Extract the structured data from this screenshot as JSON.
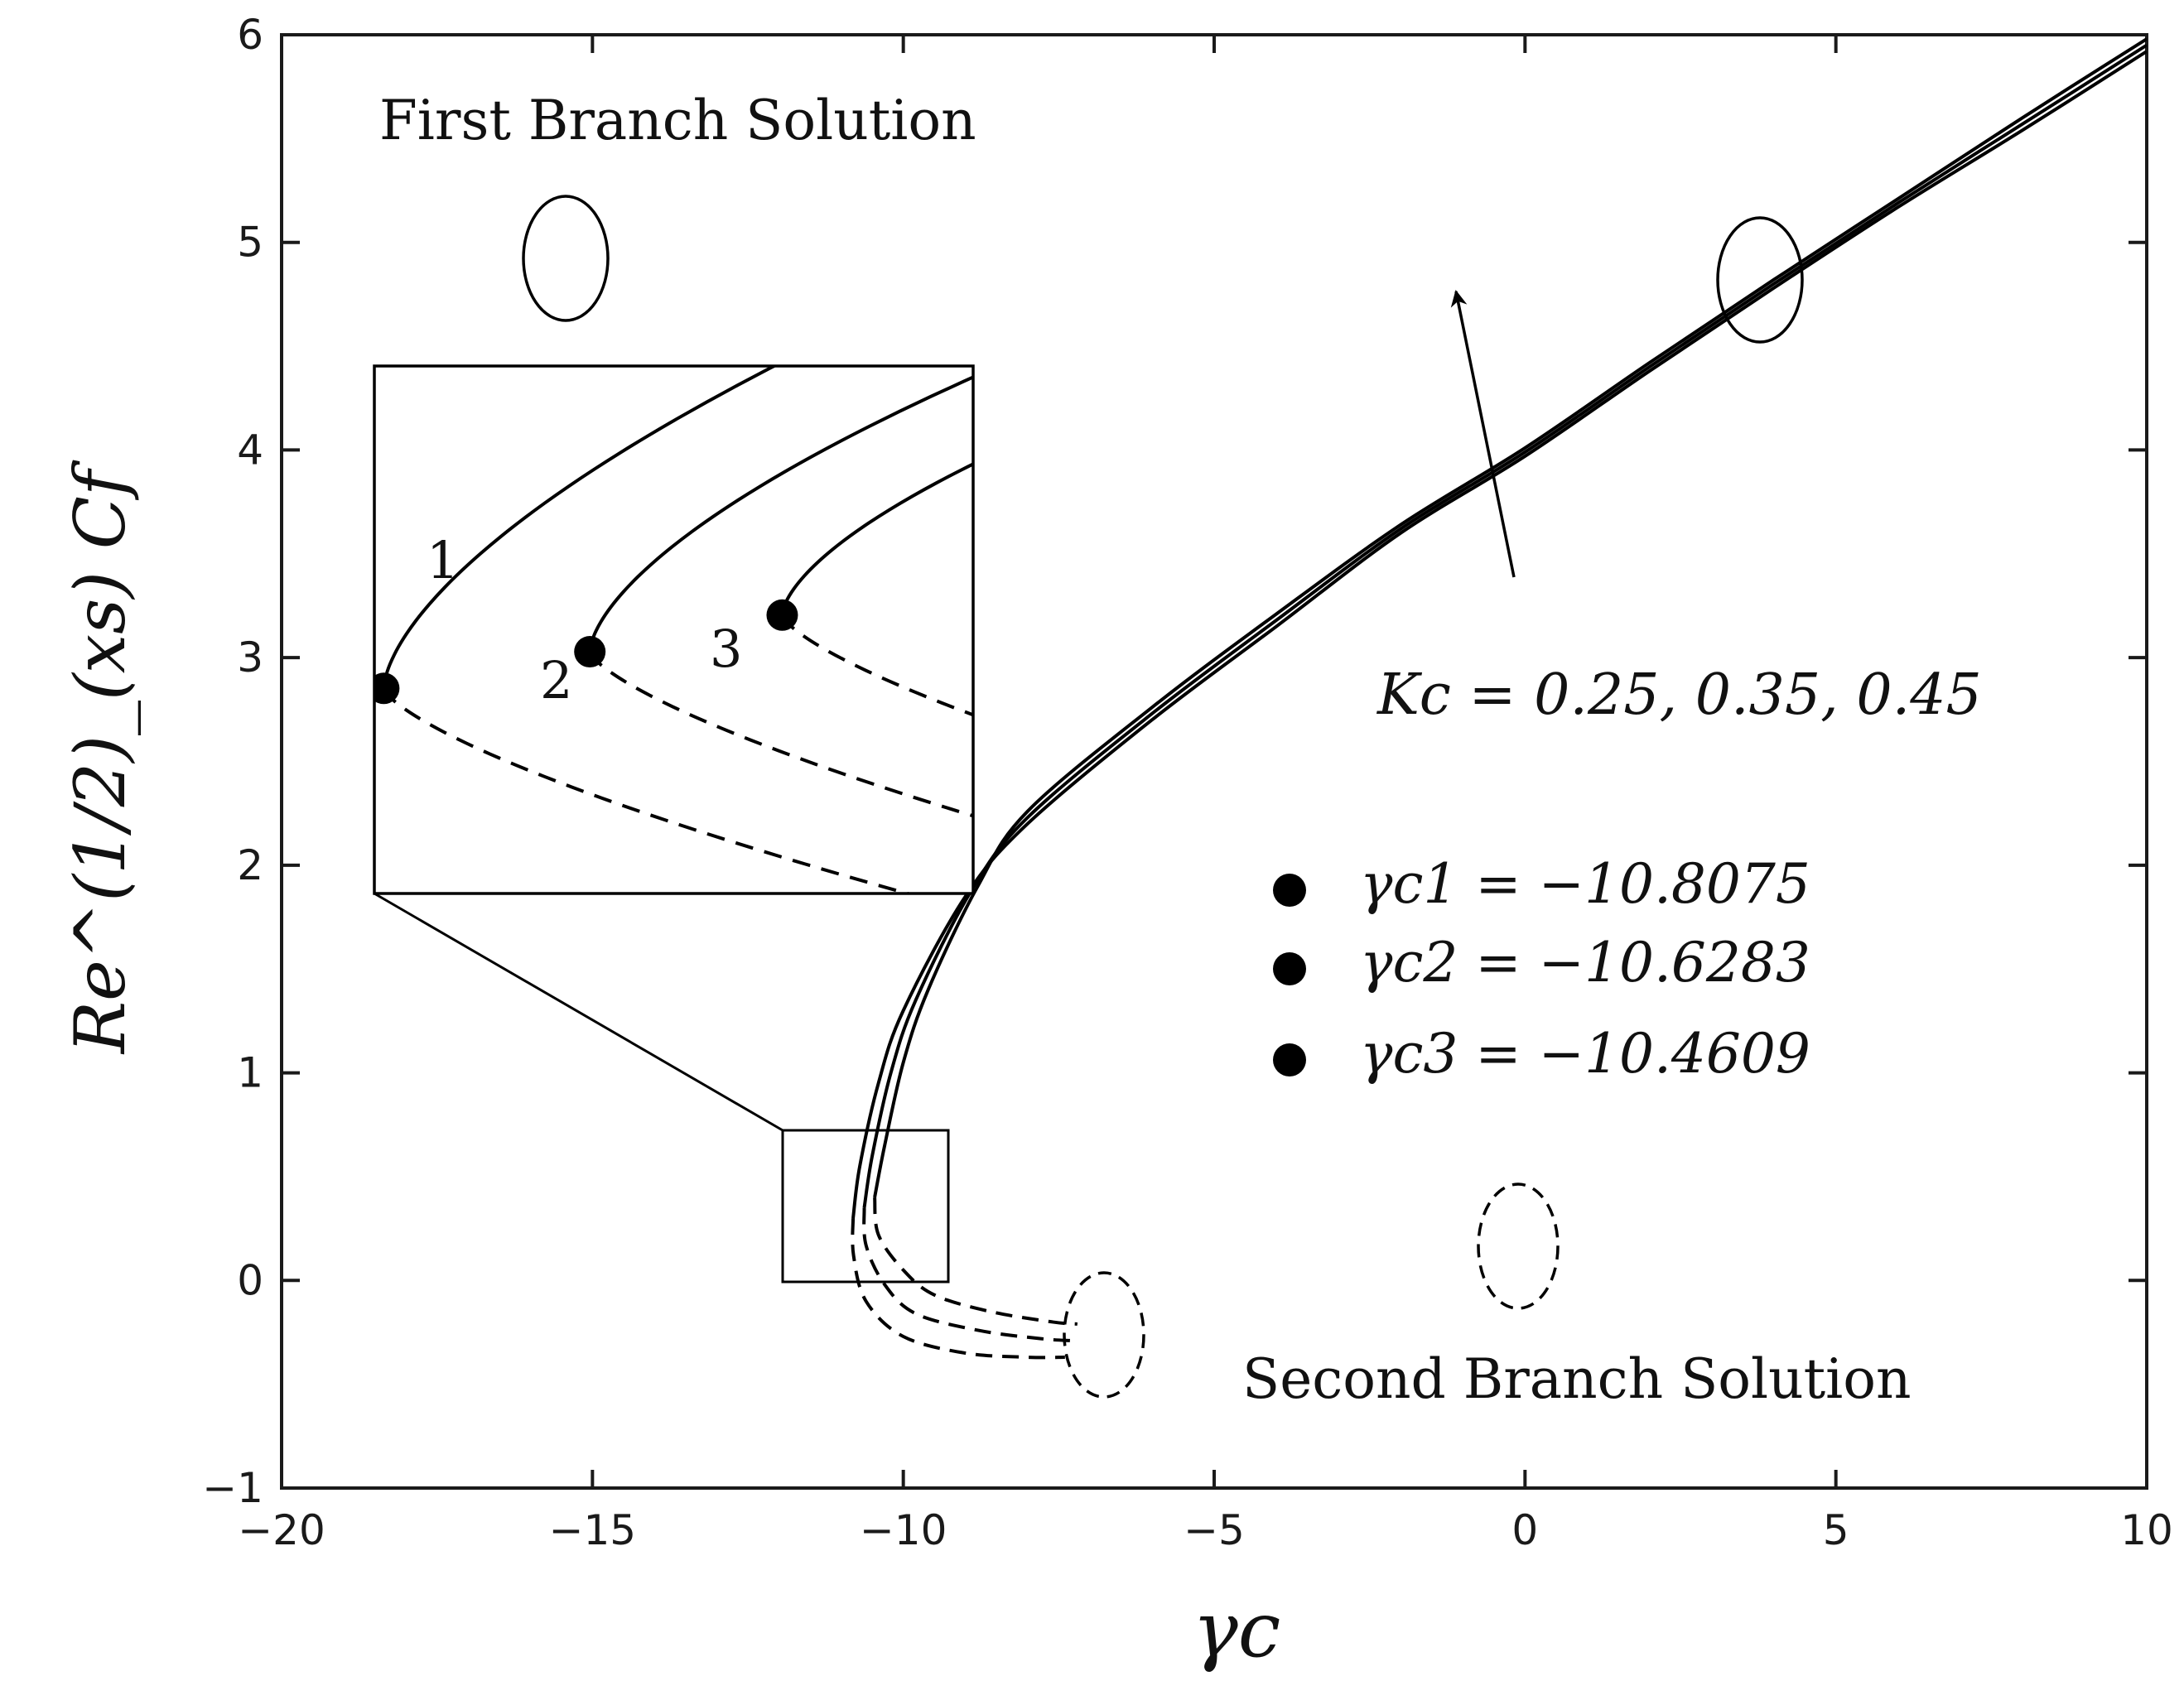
{
  "chart_data": {
    "type": "line",
    "xlabel": "γc",
    "ylabel": "Re^(1/2)_(xs) Cf",
    "xlim": [
      -20,
      10
    ],
    "ylim": [
      -1,
      6
    ],
    "xticks": [
      -20,
      -15,
      -10,
      -5,
      0,
      5,
      10
    ],
    "yticks": [
      -1,
      0,
      1,
      2,
      3,
      4,
      5,
      6
    ],
    "xtick_labels": [
      "−20",
      "−15",
      "−10",
      "−5",
      "0",
      "5",
      "10"
    ],
    "ytick_labels": [
      "−1",
      "0",
      "1",
      "2",
      "3",
      "4",
      "5",
      "6"
    ],
    "grid": false,
    "parameter_label": "Kc = 0.25, 0.35, 0.45",
    "legend": {
      "placement": "right-middle",
      "entries": [
        {
          "label": "γc1 = −10.8075",
          "critical_value": -10.8075
        },
        {
          "label": "γc2 = −10.6283",
          "critical_value": -10.6283
        },
        {
          "label": "γc3 = −10.4609",
          "critical_value": -10.4609
        }
      ]
    },
    "annotations": {
      "first_branch": "First Branch Solution",
      "second_branch": "Second Branch Solution",
      "inset_curve_labels": [
        "1",
        "2",
        "3"
      ]
    },
    "series": [
      {
        "name": "1",
        "critical_point": [
          -10.8075,
          0.3
        ],
        "first_branch": [
          [
            -10.8075,
            0.3
          ],
          [
            -10.7,
            0.55
          ],
          [
            -10.4,
            0.95
          ],
          [
            -10.0,
            1.3
          ],
          [
            -9.0,
            1.85
          ],
          [
            -8.0,
            2.2
          ],
          [
            -6.0,
            2.7
          ],
          [
            -4.0,
            3.15
          ],
          [
            -2.0,
            3.6
          ],
          [
            0.0,
            3.97
          ],
          [
            2.0,
            4.38
          ],
          [
            4.0,
            4.78
          ],
          [
            6.0,
            5.17
          ],
          [
            8.0,
            5.54
          ],
          [
            10.0,
            5.92
          ]
        ],
        "second_branch": [
          [
            -10.8075,
            0.3
          ],
          [
            -10.8,
            0.12
          ],
          [
            -10.6,
            -0.1
          ],
          [
            -10.0,
            -0.27
          ],
          [
            -9.0,
            -0.35
          ],
          [
            -8.0,
            -0.37
          ],
          [
            -7.4,
            -0.37
          ]
        ]
      },
      {
        "name": "2",
        "critical_point": [
          -10.6283,
          0.35
        ],
        "first_branch": [
          [
            -10.6283,
            0.35
          ],
          [
            -10.5,
            0.6
          ],
          [
            -10.2,
            1.0
          ],
          [
            -9.8,
            1.35
          ],
          [
            -8.9,
            1.88
          ],
          [
            -8.0,
            2.23
          ],
          [
            -6.0,
            2.73
          ],
          [
            -4.0,
            3.18
          ],
          [
            -2.0,
            3.62
          ],
          [
            0.0,
            3.99
          ],
          [
            2.0,
            4.4
          ],
          [
            4.0,
            4.8
          ],
          [
            6.0,
            5.19
          ],
          [
            8.0,
            5.57
          ],
          [
            10.0,
            5.95
          ]
        ],
        "second_branch": [
          [
            -10.6283,
            0.35
          ],
          [
            -10.6,
            0.17
          ],
          [
            -10.3,
            -0.02
          ],
          [
            -9.8,
            -0.16
          ],
          [
            -8.8,
            -0.24
          ],
          [
            -7.8,
            -0.28
          ],
          [
            -7.3,
            -0.29
          ]
        ]
      },
      {
        "name": "3",
        "critical_point": [
          -10.4609,
          0.4
        ],
        "first_branch": [
          [
            -10.4609,
            0.4
          ],
          [
            -10.3,
            0.65
          ],
          [
            -10.0,
            1.05
          ],
          [
            -9.6,
            1.4
          ],
          [
            -8.8,
            1.9
          ],
          [
            -8.0,
            2.26
          ],
          [
            -6.0,
            2.76
          ],
          [
            -4.0,
            3.21
          ],
          [
            -2.0,
            3.64
          ],
          [
            0.0,
            4.01
          ],
          [
            2.0,
            4.42
          ],
          [
            4.0,
            4.82
          ],
          [
            6.0,
            5.21
          ],
          [
            8.0,
            5.6
          ],
          [
            10.0,
            5.98
          ]
        ],
        "second_branch": [
          [
            -10.4609,
            0.4
          ],
          [
            -10.4,
            0.22
          ],
          [
            -10.0,
            0.05
          ],
          [
            -9.5,
            -0.07
          ],
          [
            -8.6,
            -0.15
          ],
          [
            -7.6,
            -0.2
          ],
          [
            -7.2,
            -0.21
          ]
        ]
      }
    ]
  }
}
